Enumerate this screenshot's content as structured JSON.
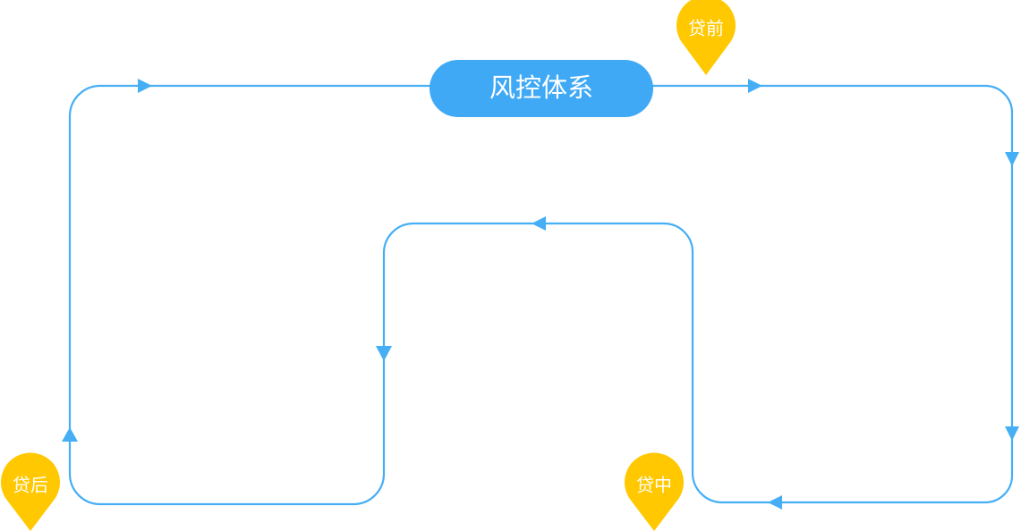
{
  "title": "风控体系",
  "stages": {
    "pre_loan": "贷前",
    "in_loan": "贷中",
    "post_loan": "贷后"
  },
  "colors": {
    "line": "#45AEF5",
    "title_fill": "#3FA9F5",
    "marker": "#FFC800",
    "text_on_color": "#FFFFFF"
  }
}
